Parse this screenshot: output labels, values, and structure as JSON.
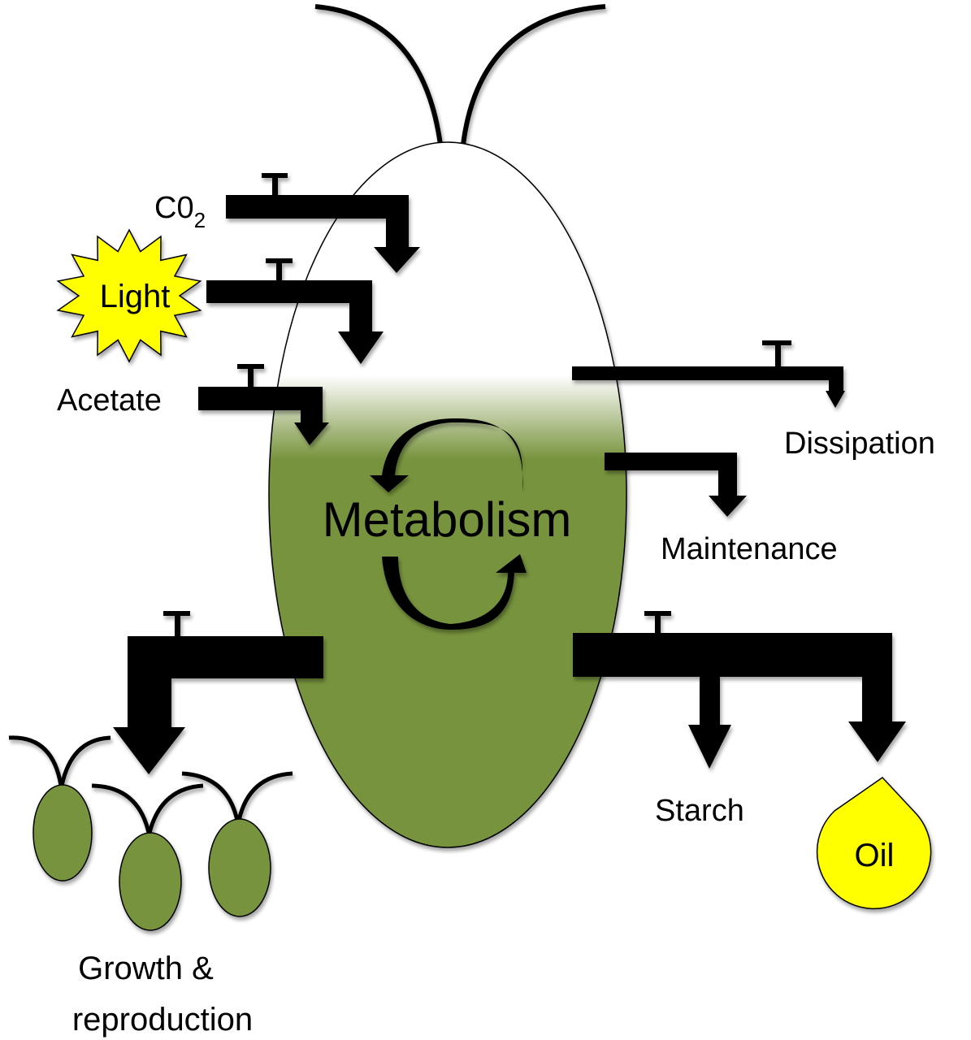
{
  "title": "Microalgal cell metabolism: inputs and outputs",
  "colors": {
    "cell_green": "#77933C",
    "light_yellow": "#FFFF00",
    "outline": "#000000",
    "background": "#FFFFFF"
  },
  "inputs": {
    "co2": {
      "label": "C0",
      "subscript": "2"
    },
    "light": {
      "label": "Light"
    },
    "acetate": {
      "label": "Acetate"
    }
  },
  "center": {
    "label": "Metabolism"
  },
  "outputs": {
    "dissipation": {
      "label": "Dissipation"
    },
    "maintenance": {
      "label": "Maintenance"
    },
    "starch": {
      "label": "Starch"
    },
    "oil": {
      "label": "Oil"
    },
    "growth": {
      "line1": "Growth &",
      "line2": "reproduction"
    }
  },
  "icons": {
    "valve": "tap-valve-icon",
    "sun": "starburst-icon",
    "drop": "oil-drop-icon",
    "cycle": "cycle-arrows-icon",
    "cell": "algal-cell-icon"
  }
}
